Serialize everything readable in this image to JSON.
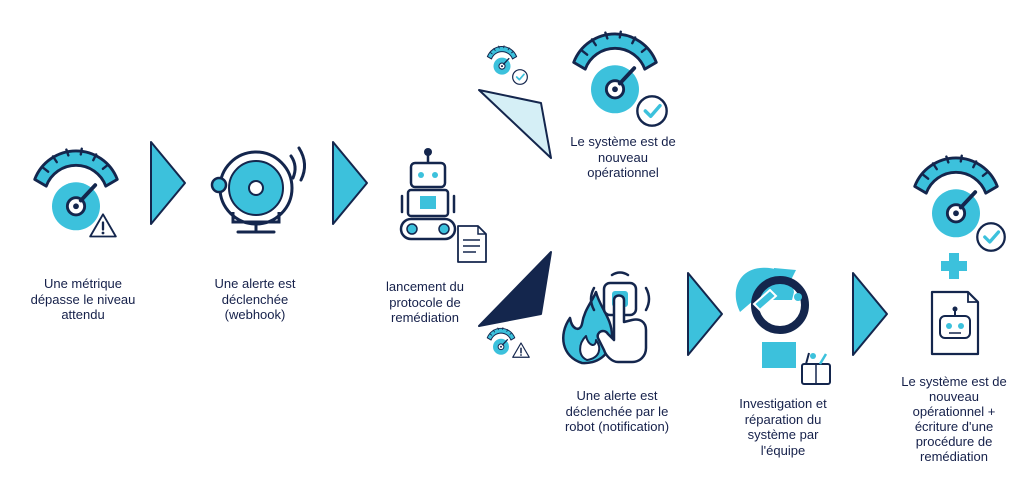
{
  "colors": {
    "navy": "#14264d",
    "turquoise": "#3cc1dc",
    "light_turquoise": "#d5eff6",
    "white": "#ffffff"
  },
  "steps": [
    {
      "id": "metric",
      "label": "Une métrique\ndépasse le niveau\nattendu",
      "icons": [
        "gauge-icon",
        "warning-icon"
      ]
    },
    {
      "id": "alert-webhook",
      "label": "Une alerte est\ndéclenchée\n(webhook)",
      "icons": [
        "bell-icon"
      ]
    },
    {
      "id": "remediation",
      "label": "lancement du\nprotocole de\nremédiation",
      "icons": [
        "robot-icon",
        "document-icon"
      ]
    },
    {
      "id": "ok",
      "label": "Le système est de\nnouveau\nopérationnel",
      "icons": [
        "gauge-icon",
        "check-icon"
      ]
    },
    {
      "id": "alert-robot",
      "label": "Une alerte est\ndéclenchée par le\nrobot (notification)",
      "icons": [
        "fire-icon",
        "finger-press-icon"
      ]
    },
    {
      "id": "team",
      "label": "Investigation et\nréparation du\nsystème par\nl'équipe",
      "icons": [
        "engineer-icon",
        "toolbox-icon"
      ]
    },
    {
      "id": "final",
      "label": "Le système est de\nnouveau\nopérationnel +\nécriture d'une\nprocédure de\nremédiation",
      "icons": [
        "gauge-icon",
        "check-icon",
        "plus-icon",
        "robot-document-icon"
      ]
    }
  ],
  "branches": [
    {
      "id": "branch-up",
      "outcome": "success",
      "icons": [
        "mini-gauge-icon",
        "check-icon"
      ]
    },
    {
      "id": "branch-down",
      "outcome": "failure",
      "icons": [
        "mini-gauge-icon",
        "warning-icon"
      ]
    }
  ]
}
